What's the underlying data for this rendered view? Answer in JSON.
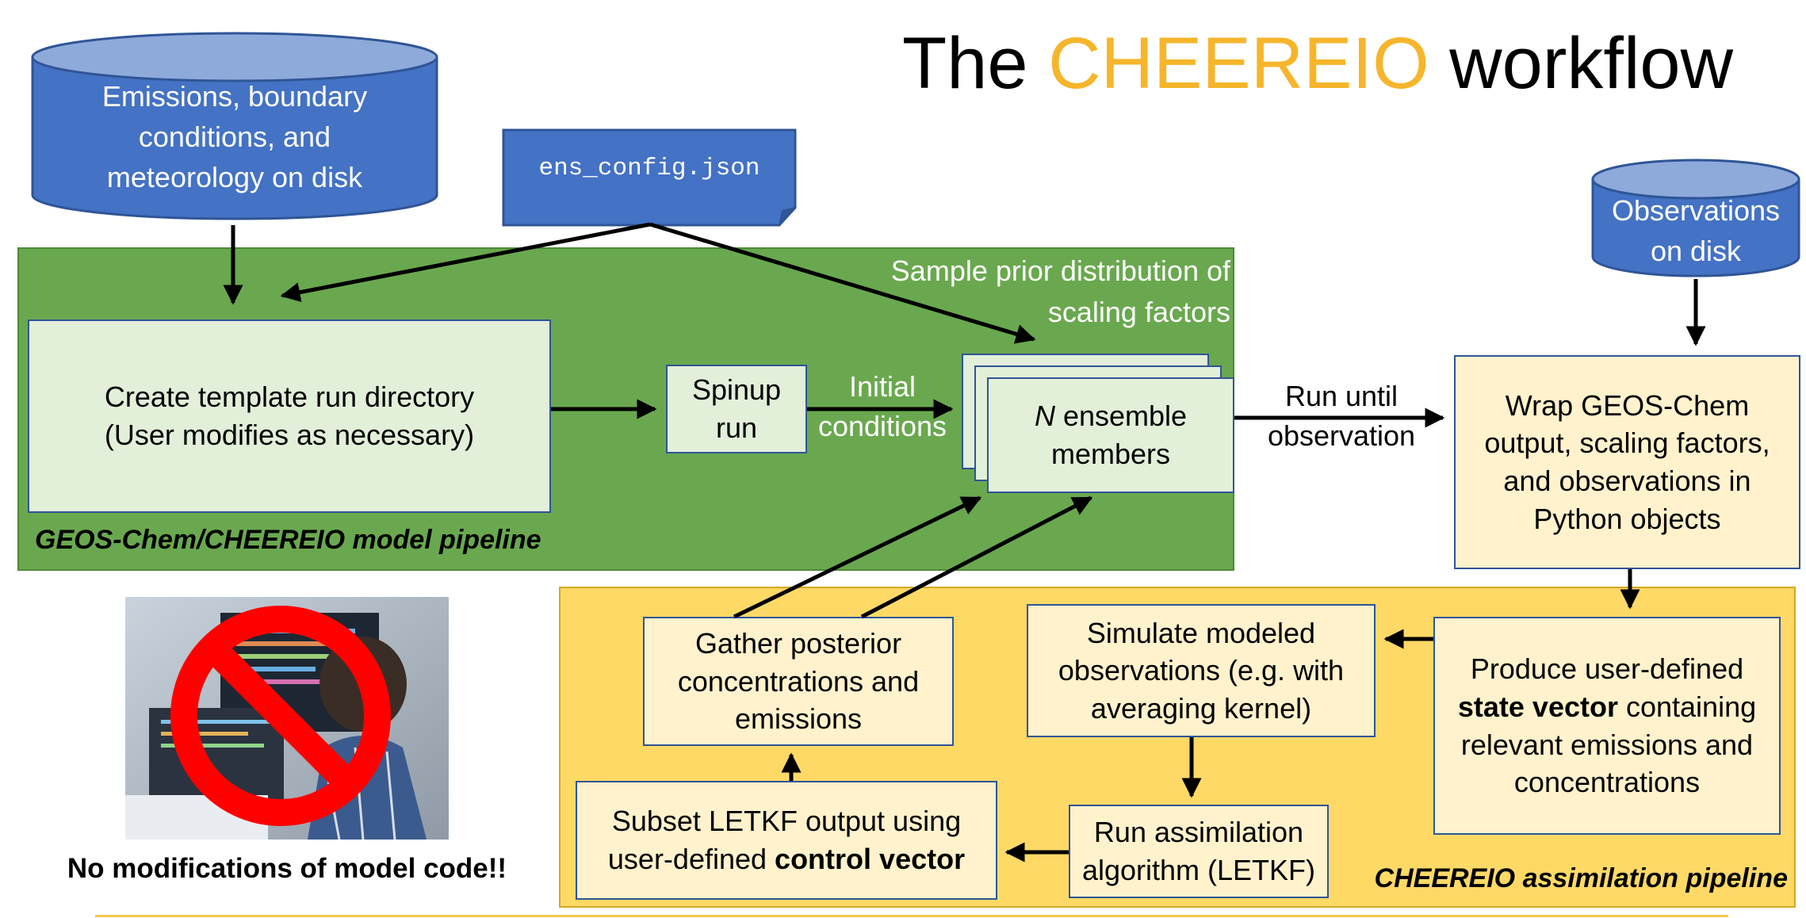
{
  "title": {
    "prefix": "The ",
    "highlight": "CHEEREIO",
    "suffix": " workflow",
    "highlight_color": "#f6b52b"
  },
  "colors": {
    "green_panel": "#6aa84f",
    "yellow_panel": "#ffd966",
    "db_blue": "#4472c4",
    "box_border": "#2f5597"
  },
  "emissions_db": {
    "lines": [
      "Emissions, boundary",
      "conditions, and",
      "meteorology on disk"
    ]
  },
  "config_doc": {
    "label": "ens_config.json"
  },
  "observations_db": {
    "lines": [
      "Observations",
      "on disk"
    ]
  },
  "green_panel": {
    "sample_label": [
      "Sample prior distribution of",
      "scaling factors"
    ],
    "pipeline_label": "GEOS-Chem/CHEEREIO model pipeline"
  },
  "template_box": {
    "lines": [
      "Create template run directory",
      "(User modifies as necessary)"
    ]
  },
  "spinup_box": {
    "lines": [
      "Spinup",
      "run"
    ]
  },
  "initial_conditions": [
    "Initial",
    "conditions"
  ],
  "ensemble_box": {
    "n": "N",
    "line1_rest": " ensemble",
    "line2": "members"
  },
  "run_until": [
    "Run until",
    "observation"
  ],
  "wrap_box": {
    "lines": [
      "Wrap GEOS-Chem",
      "output, scaling factors,",
      "and observations in",
      "Python objects"
    ]
  },
  "produce_box": {
    "line1": "Produce user-defined",
    "bold": "state vector",
    "line2_rest": " containing",
    "line3": "relevant emissions and",
    "line4": "concentrations"
  },
  "simulate_box": {
    "lines": [
      "Simulate modeled",
      "observations (e.g. with",
      "averaging kernel)"
    ]
  },
  "gather_box": {
    "lines": [
      "Gather posterior",
      "concentrations and",
      "emissions"
    ]
  },
  "run_assim_box": {
    "lines": [
      "Run assimilation",
      "algorithm (LETKF)"
    ]
  },
  "subset_box": {
    "line1": "Subset LETKF output using",
    "line2_prefix": "user-defined ",
    "bold": "control vector"
  },
  "yellow_panel": {
    "label": "CHEEREIO assimilation pipeline"
  },
  "no_mod": {
    "caption": "No modifications of model code!!"
  }
}
